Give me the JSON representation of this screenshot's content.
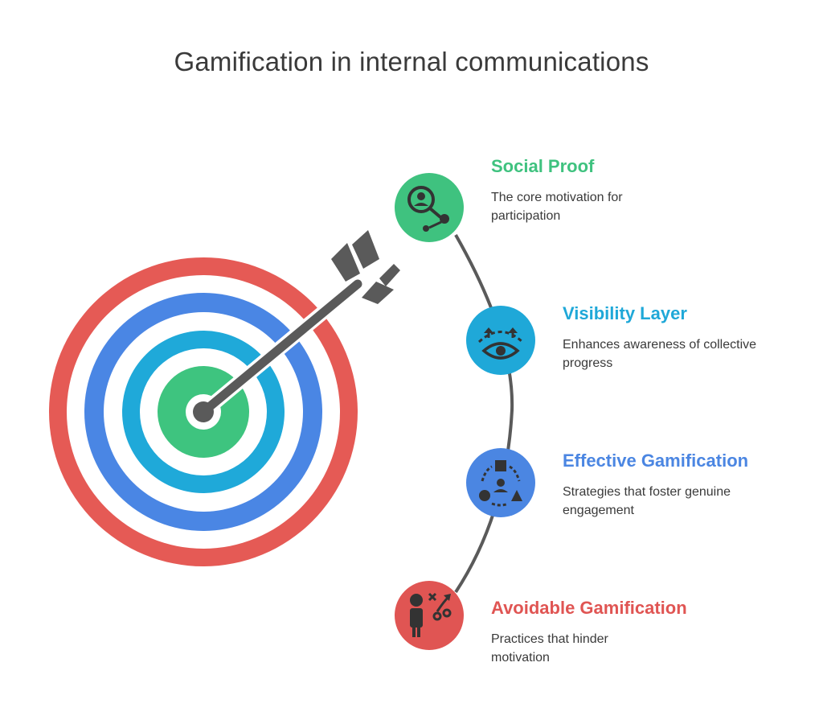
{
  "title": "Gamification in internal communications",
  "colors": {
    "green": "#3fc27f",
    "cyan": "#1fa8d8",
    "blue": "#4b86e2",
    "red": "#e05553",
    "ring_red": "#e55a55",
    "ring_blue": "#4a86e4",
    "ring_cyan": "#1fa9d9",
    "ring_green": "#3ec47f",
    "dark": "#5a5a5a",
    "text": "#3a3a3a"
  },
  "items": [
    {
      "title": "Social Proof",
      "description": "The core motivation for participation",
      "color": "#3fc27f",
      "icon": "person-search-icon"
    },
    {
      "title": "Visibility Layer",
      "description": "Enhances awareness of collective progress",
      "color": "#1fa8d8",
      "icon": "eye-icon"
    },
    {
      "title": "Effective Gamification",
      "description": "Strategies that foster genuine engagement",
      "color": "#4b86e2",
      "icon": "shapes-person-icon"
    },
    {
      "title": "Avoidable Gamification",
      "description": "Practices that hinder motivation",
      "color": "#e05553",
      "icon": "strategy-person-icon"
    }
  ]
}
